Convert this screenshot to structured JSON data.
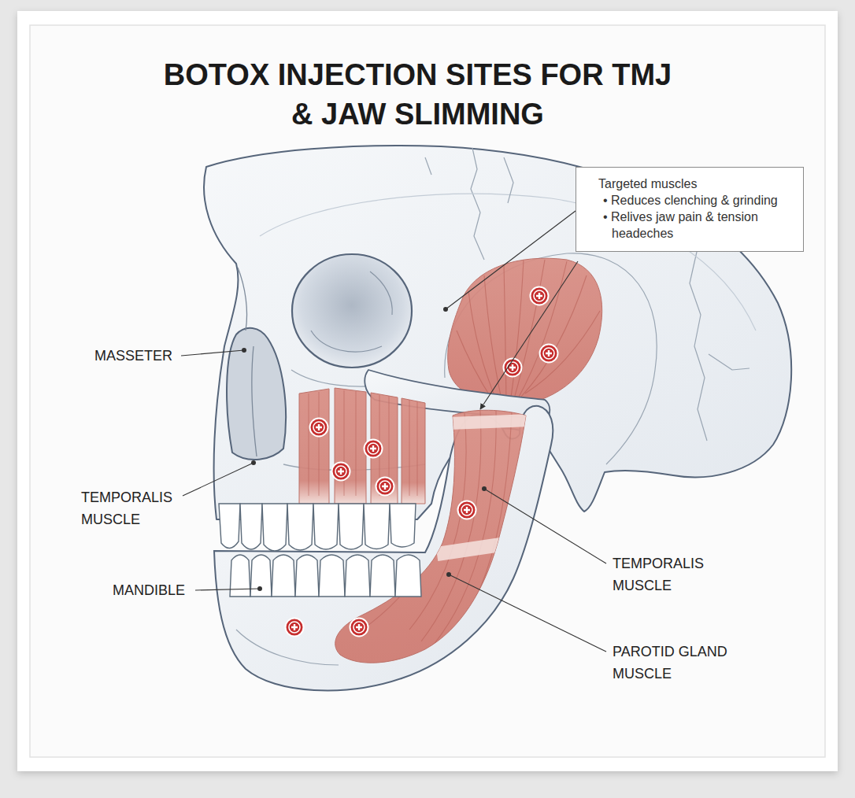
{
  "diagram": {
    "title": "BOTOX INJECTION SITES FOR TMJ & JAW SLIMMING",
    "nodes": [
      {
        "text": [
          "Targeted muscles",
          "• Reduces clenching & grinding",
          "• Relives jaw pain & tension headeches"
        ]
      }
    ],
    "labels": [
      "MASSETER",
      "TEMPORALIS MUSCLE",
      "MANDIBLE",
      "TEMPORALIS MUSCLE",
      "PAROTID GLAND MUSCLE"
    ]
  }
}
